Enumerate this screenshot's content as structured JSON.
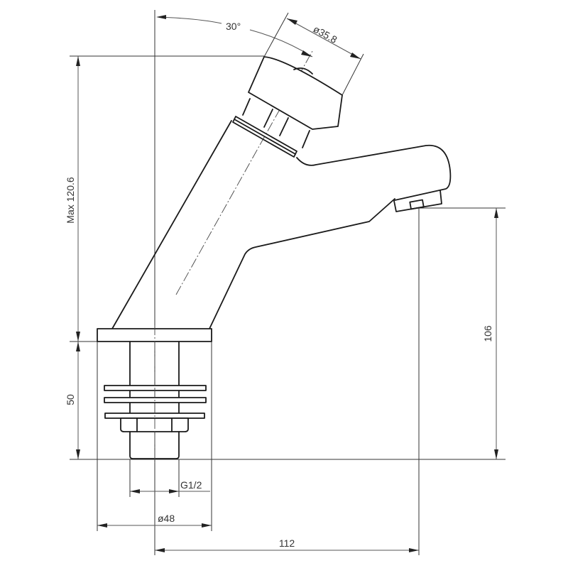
{
  "drawing": {
    "title": "Self-closing pillar tap technical drawing",
    "units": "mm",
    "line_color": "#1a1a1a",
    "background": "#ffffff"
  },
  "dimensions": {
    "angle": {
      "label": "30°",
      "value": 30,
      "unit": "deg"
    },
    "head_diameter": {
      "label": "ø35.8",
      "value": 35.8
    },
    "max_height": {
      "label": "Max 120.6",
      "value": 120.6
    },
    "base_height": {
      "label": "50",
      "value": 50
    },
    "outlet_height": {
      "label": "106",
      "value": 106
    },
    "thread": {
      "label": "G1/2"
    },
    "base_diameter": {
      "label": "ø48",
      "value": 48
    },
    "reach": {
      "label": "112",
      "value": 112
    }
  },
  "parts": [
    {
      "name": "push-button-head"
    },
    {
      "name": "head-sleeve"
    },
    {
      "name": "inclined-body"
    },
    {
      "name": "spout"
    },
    {
      "name": "aerator"
    },
    {
      "name": "base-plate"
    },
    {
      "name": "shank"
    },
    {
      "name": "washers",
      "count": 3
    },
    {
      "name": "hex-nut"
    },
    {
      "name": "threaded-tail"
    }
  ]
}
